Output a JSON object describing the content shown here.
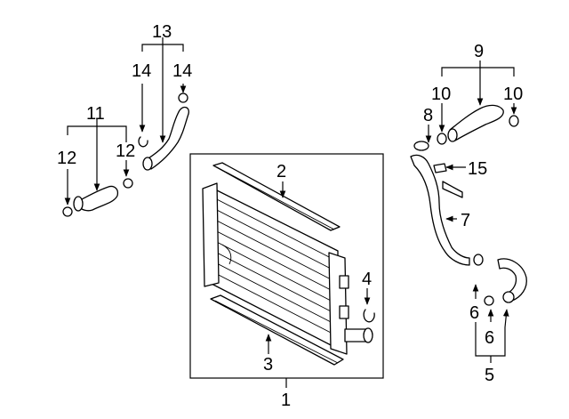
{
  "callouts": {
    "c1": "1",
    "c2": "2",
    "c3": "3",
    "c4": "4",
    "c5": "5",
    "c6a": "6",
    "c6b": "6",
    "c7": "7",
    "c8": "8",
    "c9": "9",
    "c10a": "10",
    "c10b": "10",
    "c11": "11",
    "c12a": "12",
    "c12b": "12",
    "c13": "13",
    "c14a": "14",
    "c14b": "14",
    "c15": "15"
  }
}
